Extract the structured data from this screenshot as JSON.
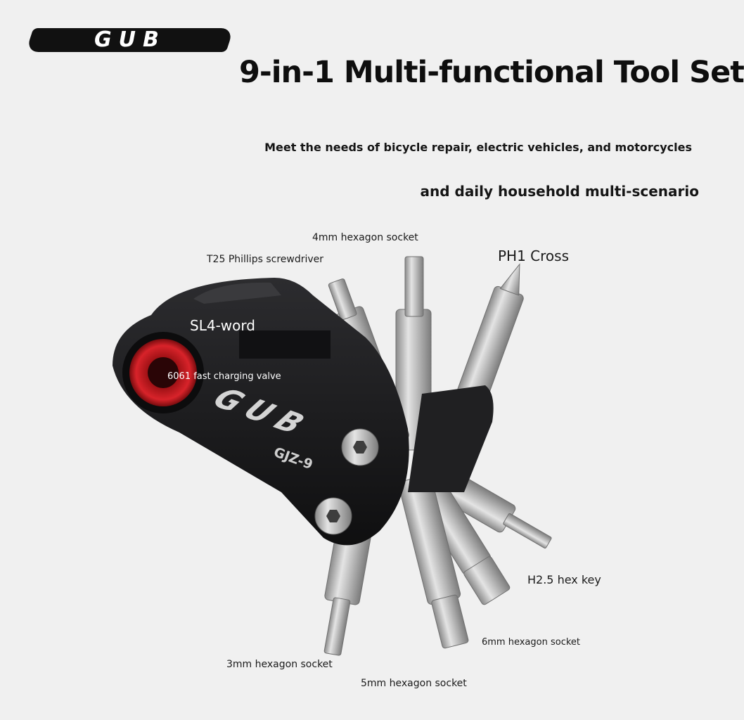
{
  "brand": {
    "logo_text": "GUB"
  },
  "header": {
    "title": "9-in-1 Multi-functional Tool Set",
    "subtitle_line1": "Meet the needs of bicycle repair, electric vehicles, and motorcycles",
    "subtitle_line2": "and daily household multi-scenario"
  },
  "product": {
    "body_logo": "GUB",
    "model": "GJZ-9",
    "body_color": "#1a1a1c",
    "valve_color": "#c8161b",
    "bit_color": "#b8b8b8"
  },
  "labels": {
    "t25": "T25 Phillips screwdriver",
    "hex4": "4mm hexagon socket",
    "ph1": "PH1 Cross",
    "sl4": "SL4-word",
    "valve": "6061 fast charging valve",
    "h25": "H2.5 hex key",
    "hex6": "6mm hexagon socket",
    "hex3": "3mm hexagon socket",
    "hex5": "5mm hexagon socket"
  }
}
